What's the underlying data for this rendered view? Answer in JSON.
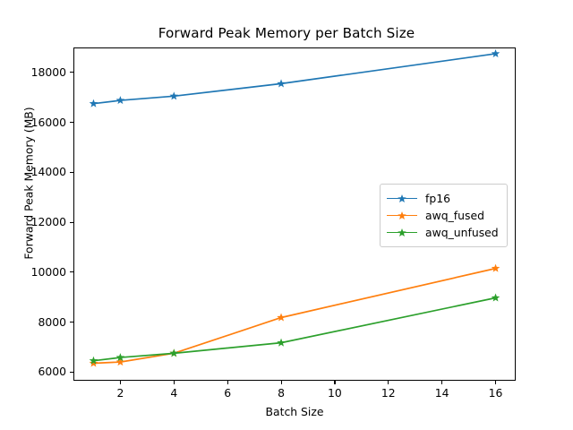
{
  "chart_data": {
    "type": "line",
    "title": "Forward Peak Memory per Batch Size",
    "xlabel": "Batch Size",
    "ylabel": "Forward Peak Memory (MB)",
    "x": [
      1,
      2,
      4,
      8,
      16
    ],
    "xlim": [
      0.25,
      16.75
    ],
    "ylim": [
      5650,
      19000
    ],
    "xticks": [
      2,
      4,
      6,
      8,
      10,
      12,
      14,
      16
    ],
    "yticks": [
      6000,
      8000,
      10000,
      12000,
      14000,
      16000,
      18000
    ],
    "grid": false,
    "marker": "star",
    "legend_position": "center right",
    "series": [
      {
        "name": "fp16",
        "color": "#1f77b4",
        "values": [
          16750,
          16880,
          17050,
          17550,
          18750
        ]
      },
      {
        "name": "awq_fused",
        "color": "#ff7f0e",
        "values": [
          6350,
          6400,
          6750,
          8180,
          10150
        ]
      },
      {
        "name": "awq_unfused",
        "color": "#2ca02c",
        "values": [
          6450,
          6580,
          6750,
          7170,
          8970
        ]
      }
    ]
  },
  "legend": {
    "items": [
      {
        "label": "fp16"
      },
      {
        "label": "awq_fused"
      },
      {
        "label": "awq_unfused"
      }
    ]
  }
}
